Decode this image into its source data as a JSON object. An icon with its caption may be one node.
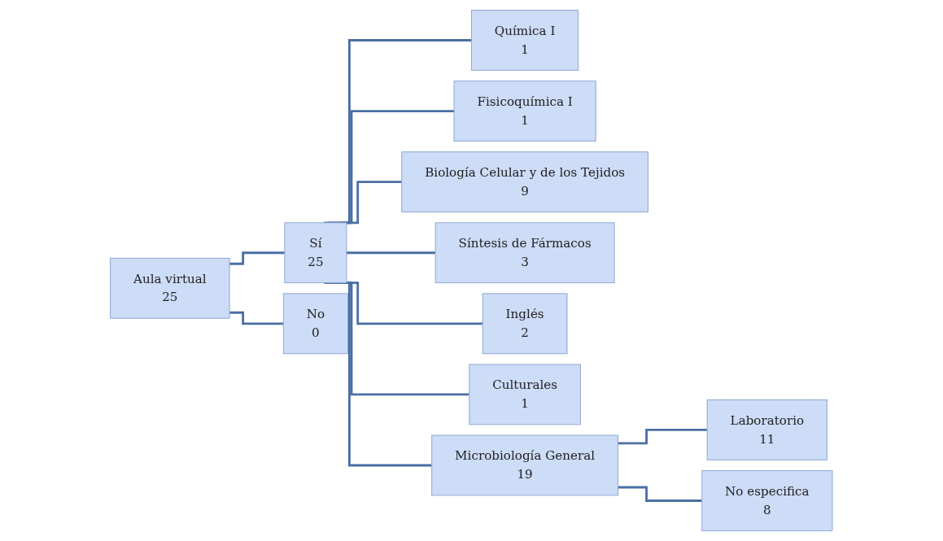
{
  "diagram": {
    "nodes": [
      {
        "text": [
          "Aula virtual",
          "25"
        ]
      },
      {
        "text": [
          "Sí",
          "25"
        ]
      },
      {
        "text": [
          "No",
          "0"
        ]
      },
      {
        "text": [
          "Química I",
          "1"
        ]
      },
      {
        "text": [
          "Fisicoquímica I",
          "1"
        ]
      },
      {
        "text": [
          "Biología Celular y de los Tejidos",
          "9"
        ]
      },
      {
        "text": [
          "Síntesis de Fármacos",
          "3"
        ]
      },
      {
        "text": [
          "Inglés",
          "2"
        ]
      },
      {
        "text": [
          "Culturales",
          "1"
        ]
      },
      {
        "text": [
          "Microbiología General",
          "19"
        ]
      },
      {
        "text": [
          "Laboratorio",
          "11"
        ]
      },
      {
        "text": [
          "No especifica",
          "8"
        ]
      }
    ],
    "edges": [
      {
        "from": 0,
        "to": 1,
        "arrow": "none"
      },
      {
        "from": 0,
        "to": 2,
        "arrow": "none"
      },
      {
        "from": 1,
        "to": 3,
        "arrow": "none"
      },
      {
        "from": 1,
        "to": 4,
        "arrow": "none"
      },
      {
        "from": 1,
        "to": 5,
        "arrow": "none"
      },
      {
        "from": 1,
        "to": 6,
        "arrow": "none"
      },
      {
        "from": 1,
        "to": 7,
        "arrow": "none"
      },
      {
        "from": 1,
        "to": 8,
        "arrow": "none"
      },
      {
        "from": 1,
        "to": 9,
        "arrow": "none"
      },
      {
        "from": 9,
        "to": 10,
        "arrow": "none"
      },
      {
        "from": 9,
        "to": 11,
        "arrow": "none"
      }
    ]
  }
}
